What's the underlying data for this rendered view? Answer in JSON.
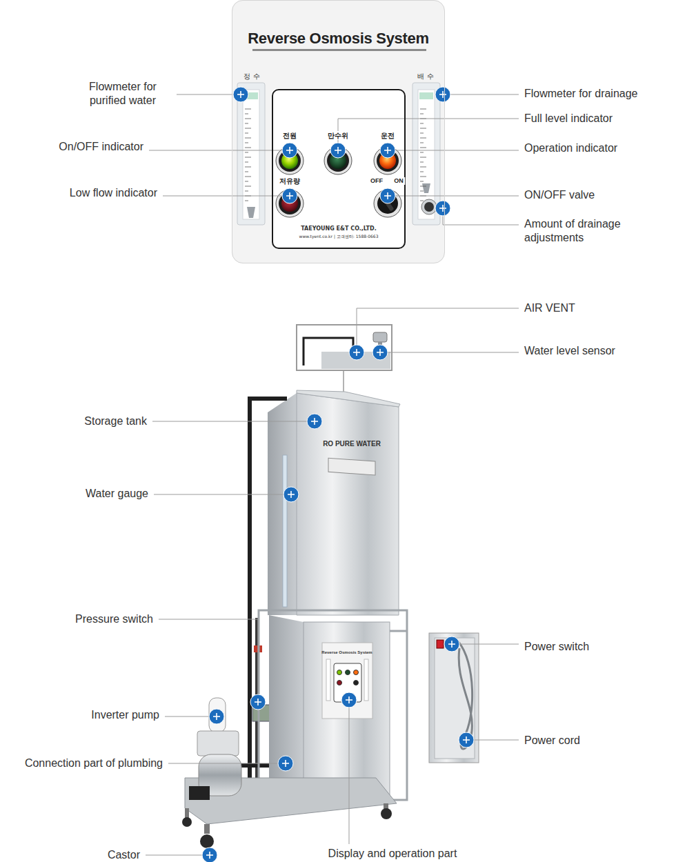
{
  "diagram": {
    "nodes": [
      {
        "text": [
          "Reverse Osmosis System"
        ]
      },
      {
        "text": [
          "TAEYOUNG E&T CO.,LTD.",
          "www.tyent.co.kr | 고객센터: 1588-0663"
        ],
        "in": 0
      }
    ],
    "labels": [
      "정 수",
      "배 수",
      "Flowmeter for purified water",
      "Flowmeter for drainage",
      "Full level indicator",
      "전원",
      "만수위",
      "운전",
      "On/OFF indicator",
      "Operation indicator",
      "저유량",
      "OFF",
      "ON",
      "Low flow indicator",
      "ON/OFF valve",
      "Amount of drainage adjustments",
      "AIR VENT",
      "Water level sensor",
      "Storage tank",
      "RO PURE WATER",
      "Water gauge",
      "Pressure switch",
      "Power switch",
      "Reverse Osmosis System",
      "Inverter pump",
      "Power cord",
      "Connection part of plumbing",
      "Castor",
      "Display and operation part"
    ]
  }
}
